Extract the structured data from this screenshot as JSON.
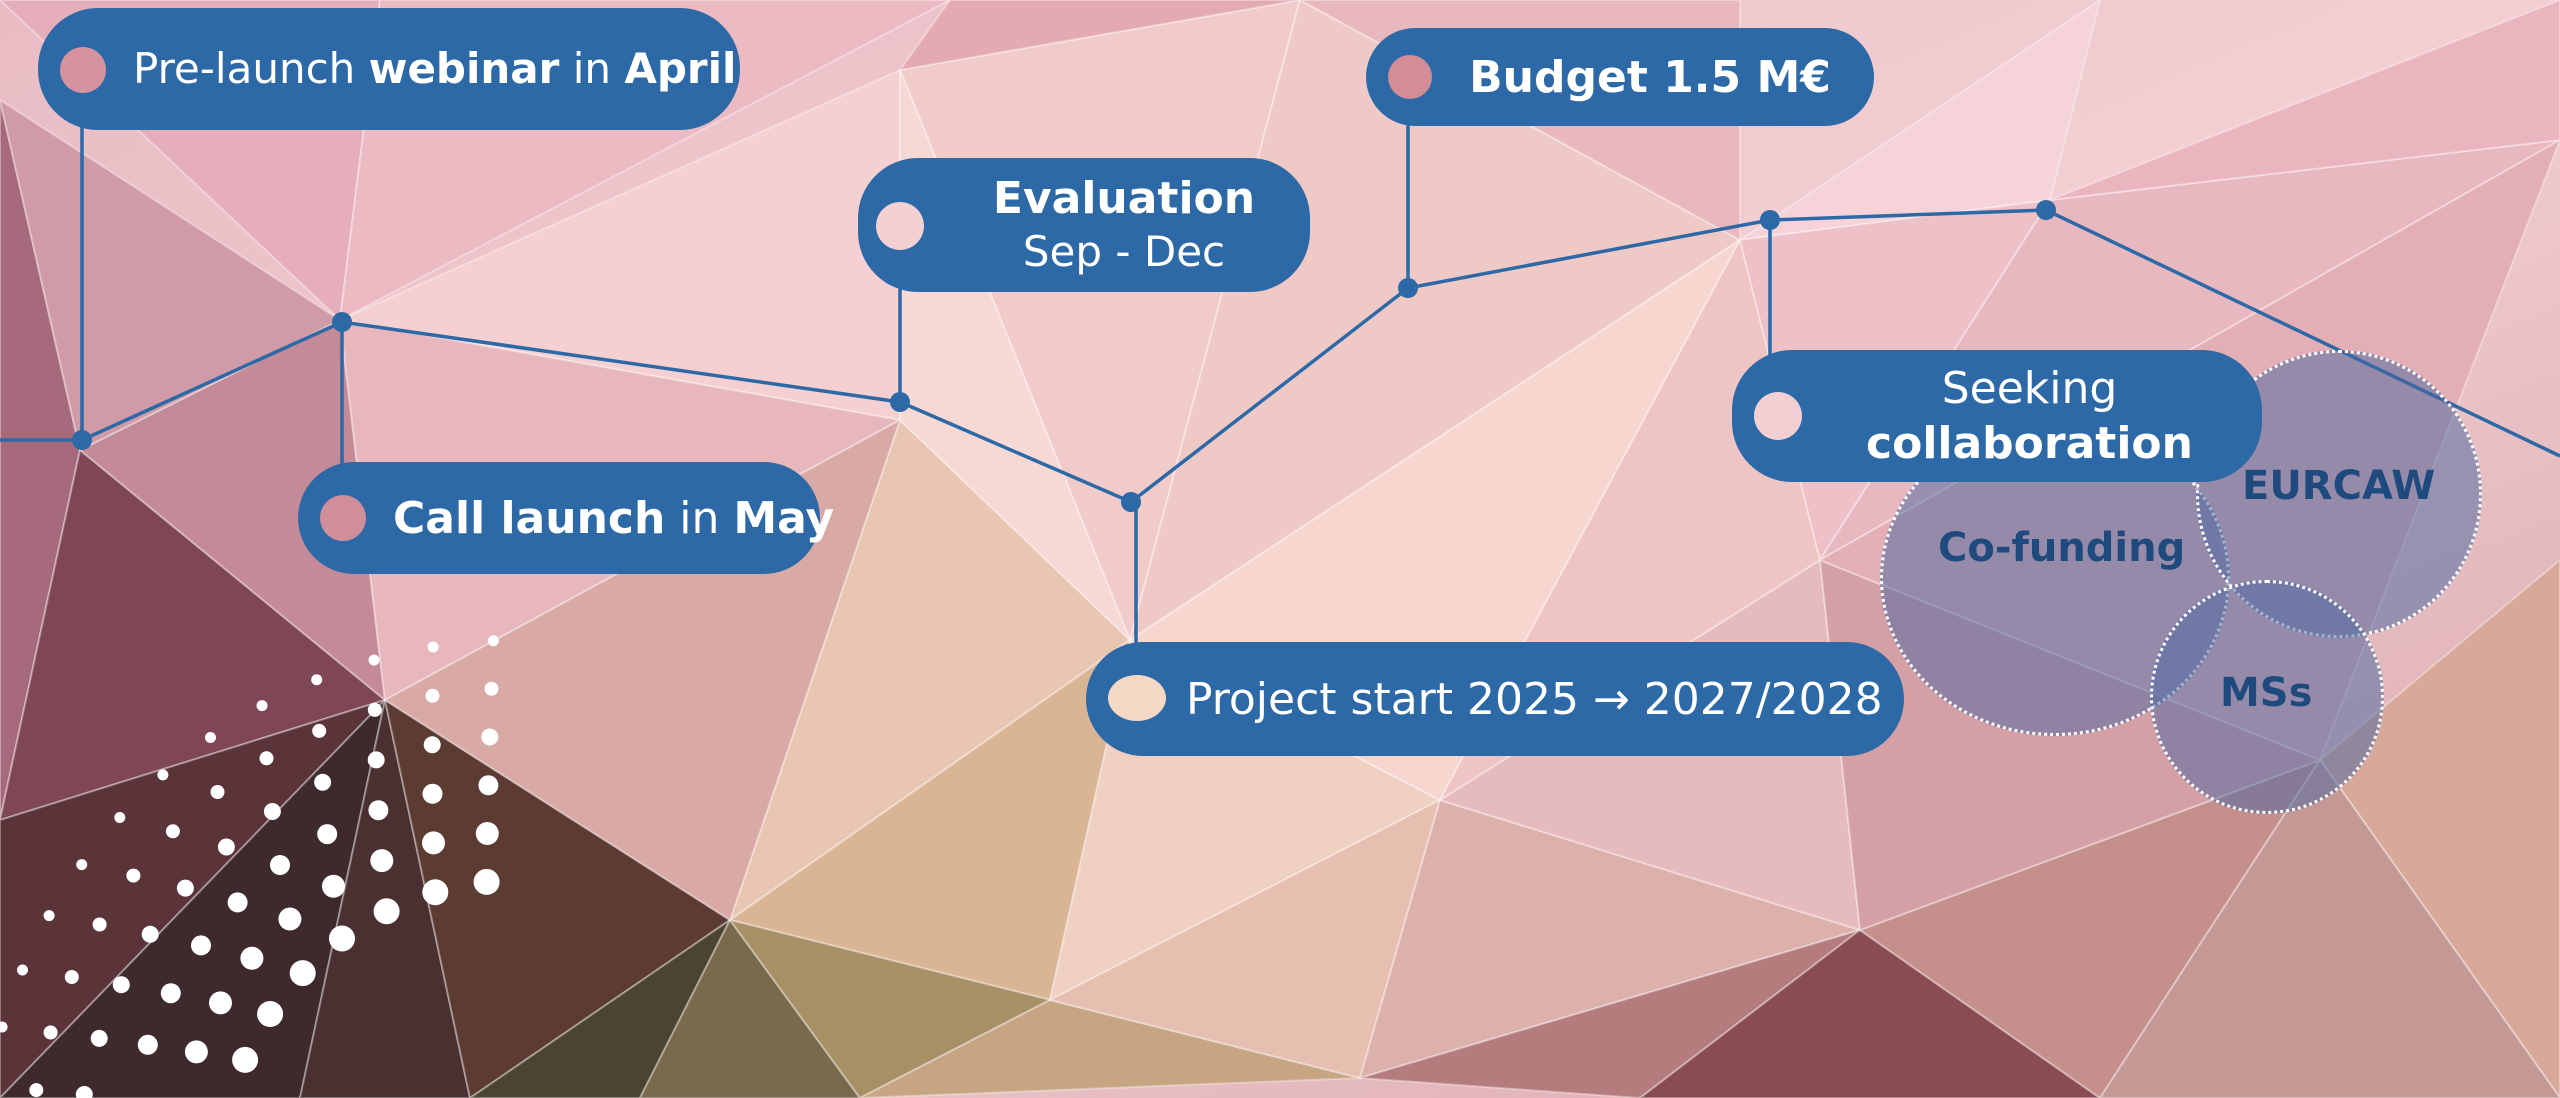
{
  "timeline": {
    "prelaunch": {
      "t1": "Pre-launch ",
      "t2": "webinar",
      "t3": " in ",
      "t4": "April"
    },
    "call": {
      "t1": "Call launch",
      "t2": " in ",
      "t3": "May"
    },
    "evaluation": {
      "line1": "Evaluation",
      "line2": "Sep - Dec"
    },
    "project": {
      "text": "Project start 2025 → 2027/2028"
    },
    "budget": {
      "text": "Budget 1.5 M€"
    },
    "seeking": {
      "line1": "Seeking",
      "line2": "collaboration"
    }
  },
  "venn": {
    "cofunding": "Co-funding",
    "eurcaw": "EURCAW",
    "mss": "MSs"
  },
  "colors": {
    "accent": "#2c69a6",
    "venn_text": "#1e4a7e",
    "pill_text": "#ffffff"
  }
}
